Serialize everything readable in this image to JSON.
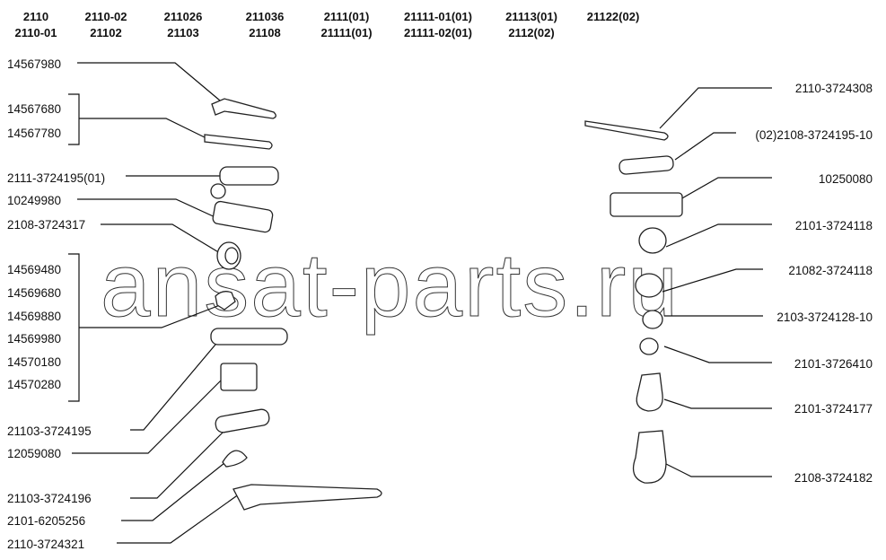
{
  "header": {
    "row1": [
      "2110",
      "2110-02",
      "211026",
      "211036",
      "2111(01)",
      "21111-01(01)",
      "21113(01)",
      "21122(02)"
    ],
    "row2": [
      "2110-01",
      "21102",
      "21103",
      "21108",
      "21111(01)",
      "21111-02(01)",
      "2112(02)"
    ]
  },
  "left_labels": [
    "14567980",
    "14567680",
    "14567780",
    "2111-3724195(01)",
    "10249980",
    "2108-3724317",
    "14569480",
    "14569680",
    "14569880",
    "14569980",
    "14570180",
    "14570280",
    "21103-3724195",
    "12059080",
    "21103-3724196",
    "2101-6205256",
    "2110-3724321"
  ],
  "right_labels": [
    "2110-3724308",
    "(02)2108-3724195-10",
    "10250080",
    "2101-3724118",
    "21082-3724118",
    "2103-3724128-10",
    "2101-3726410",
    "2101-3724177",
    "2108-3724182"
  ],
  "watermark": "ansat-parts.ru"
}
